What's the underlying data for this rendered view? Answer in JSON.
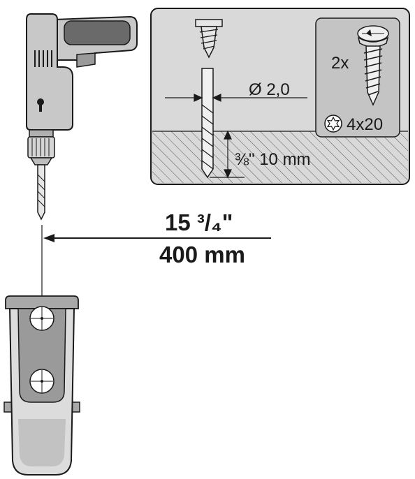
{
  "detail_panel": {
    "drill_diameter": "Ø 2,0",
    "drill_depth": "⅜\" 10 mm",
    "screw_quantity": "2x",
    "screw_size": "4x20"
  },
  "distance": {
    "imperial": "15 ³/₄\"",
    "metric": "400 mm"
  },
  "colors": {
    "panel_fill": "#d9d9d9",
    "tool_body": "#c8c8c8",
    "grip_dark": "#6a6a6a",
    "outline": "#1a1a1a"
  }
}
